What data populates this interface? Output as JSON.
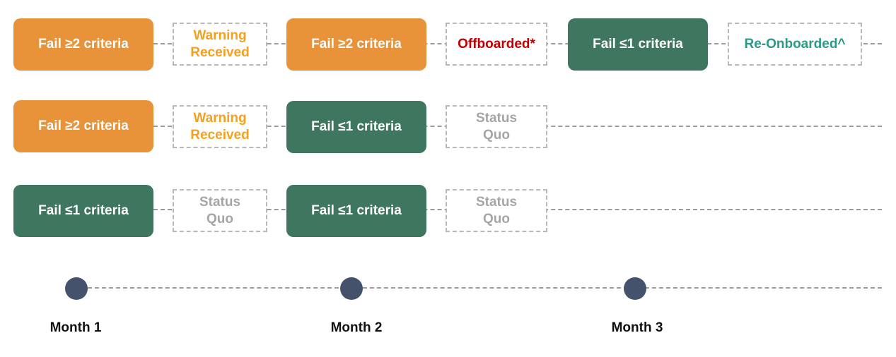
{
  "row1": {
    "box1": "Fail ≥2 criteria",
    "status1": "Warning\nReceived",
    "box2": "Fail ≥2 criteria",
    "status2": "Offboarded*",
    "box3": "Fail ≤1 criteria",
    "status3": "Re-Onboarded^"
  },
  "row2": {
    "box1": "Fail ≥2 criteria",
    "status1": "Warning\nReceived",
    "box2": "Fail ≤1 criteria",
    "status2": "Status\nQuo"
  },
  "row3": {
    "box1": "Fail ≤1 criteria",
    "status1": "Status\nQuo",
    "box2": "Fail ≤1 criteria",
    "status2": "Status\nQuo"
  },
  "timeline": {
    "months": [
      "Month 1",
      "Month 2",
      "Month 3"
    ]
  },
  "colors": {
    "orange_box": "#e8923a",
    "green_box": "#3f7660",
    "warning_text": "#f5a01e",
    "status_quo_text": "#a5a5a5",
    "offboarded_text": "#c00000",
    "reonboarded_text": "#2a9a86",
    "timeline_dot": "#44536b"
  }
}
